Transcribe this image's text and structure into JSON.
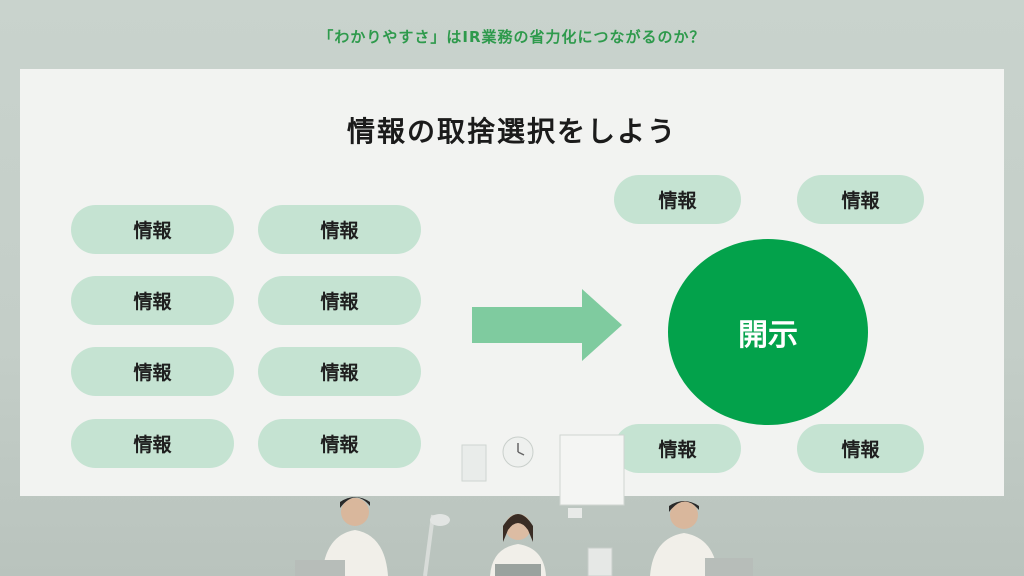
{
  "header": {
    "caption": "「わかりやすさ」はIR業務の省力化につながるのか？"
  },
  "diagram": {
    "title": "情報の取捨選択をしよう",
    "left_items": [
      "情報",
      "情報",
      "情報",
      "情報",
      "情報",
      "情報",
      "情報",
      "情報"
    ],
    "right_items": [
      "情報",
      "情報",
      "情報",
      "情報"
    ],
    "center_label": "開示",
    "colors": {
      "accent_green": "#03a24b",
      "pill_green": "#c5e3d2",
      "arrow_green": "#7fcb9f",
      "caption_green": "#2e9a4c"
    }
  }
}
